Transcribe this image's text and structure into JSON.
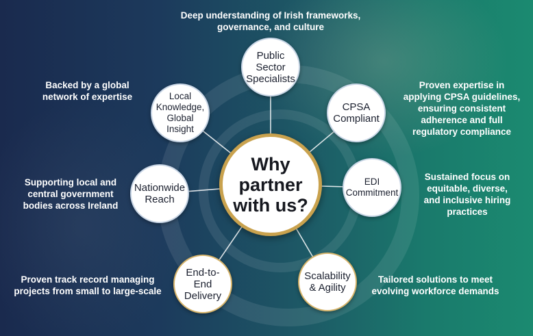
{
  "center": {
    "title": "Why\npartner\nwith us?"
  },
  "nodes": [
    {
      "id": "public-sector",
      "label": "Public\nSector\nSpecialists",
      "description": "Deep understanding of Irish frameworks,\ngovernance, and culture"
    },
    {
      "id": "cpsa",
      "label": "CPSA\nCompliant",
      "description": "Proven expertise in\napplying CPSA guidelines,\nensuring consistent\nadherence and full\nregulatory compliance"
    },
    {
      "id": "edi",
      "label": "EDI\nCommitment",
      "description": "Sustained focus on\nequitable, diverse,\nand inclusive hiring\npractices"
    },
    {
      "id": "scalability",
      "label": "Scalability\n& Agility",
      "description": "Tailored solutions to meet\nevolving workforce demands"
    },
    {
      "id": "end-to-end",
      "label": "End-to-End\nDelivery",
      "description": "Proven track record managing\nprojects from small to large-scale"
    },
    {
      "id": "nationwide",
      "label": "Nationwide\nReach",
      "description": "Supporting local and\ncentral government\nbodies across Ireland"
    },
    {
      "id": "local-knowledge",
      "label": "Local\nKnowledge,\nGlobal\nInsight",
      "description": "Backed by a global\nnetwork of expertise"
    }
  ]
}
